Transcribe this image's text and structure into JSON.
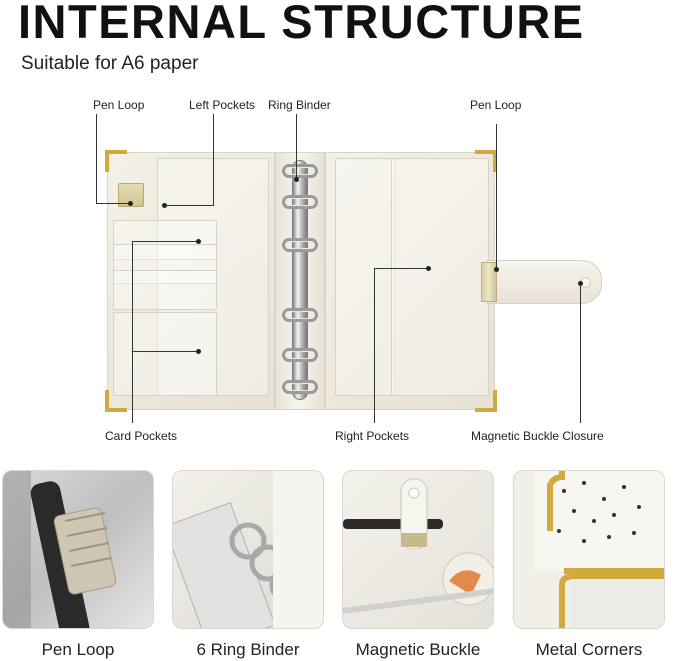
{
  "header": {
    "title": "INTERNAL STRUCTURE",
    "subtitle": "Suitable for A6 paper"
  },
  "callouts": {
    "pen_loop_left": "Pen Loop",
    "left_pockets": "Left Pockets",
    "ring_binder": "Ring Binder",
    "pen_loop_right": "Pen Loop",
    "card_pockets": "Card Pockets",
    "right_pockets": "Right Pockets",
    "magnetic_buckle_closure": "Magnetic Buckle Closure"
  },
  "features": [
    {
      "caption": "Pen Loop",
      "icon": "pen-loop-photo"
    },
    {
      "caption": "6 Ring Binder",
      "icon": "ring-binder-photo"
    },
    {
      "caption": "Magnetic Buckle",
      "icon": "magnetic-buckle-photo"
    },
    {
      "caption": "Metal Corners",
      "icon": "metal-corners-photo"
    }
  ],
  "colors": {
    "leather": "#efebe0",
    "gold_hardware": "#d1a93c",
    "silver_rings": "#b8b8b8",
    "text": "#1a1a1a"
  }
}
